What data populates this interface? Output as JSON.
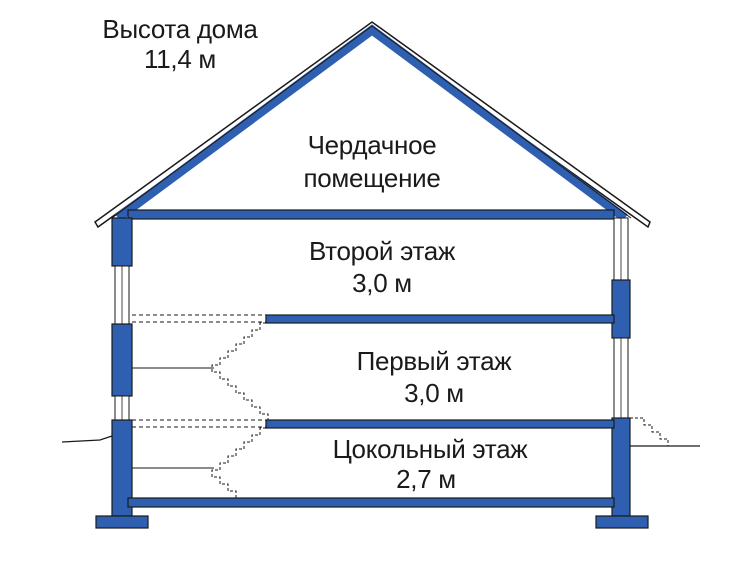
{
  "house_height": {
    "title": "Высота дома",
    "value": "11,4 м"
  },
  "attic": {
    "line1": "Чердачное",
    "line2": "помещение"
  },
  "floors": [
    {
      "name": "Второй этаж",
      "height": "3,0 м"
    },
    {
      "name": "Первый этаж",
      "height": "3,0 м"
    },
    {
      "name": "Цокольный этаж",
      "height": "2,7 м"
    }
  ],
  "colors": {
    "wall": "#2f5fb0",
    "outline": "#1a1a1a",
    "background": "#ffffff"
  }
}
